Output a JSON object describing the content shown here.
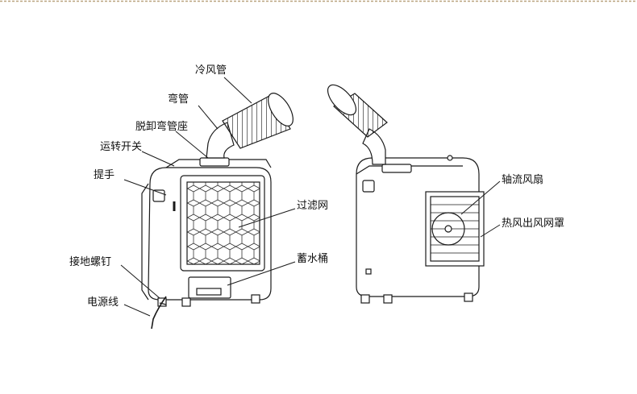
{
  "labels": {
    "cold_air_duct": "冷风管",
    "elbow": "弯管",
    "elbow_seat": "脱卸弯管座",
    "run_switch": "运转开关",
    "handle": "提手",
    "filter_mesh": "过滤网",
    "water_tank": "蓄水桶",
    "ground_screw": "接地螺钉",
    "power_cord": "电源线",
    "axial_fan": "轴流风扇",
    "hot_air_grille": "热风出风网罩"
  },
  "colors": {
    "line": "#1a1a1a",
    "border_top": "#b9a27e"
  }
}
